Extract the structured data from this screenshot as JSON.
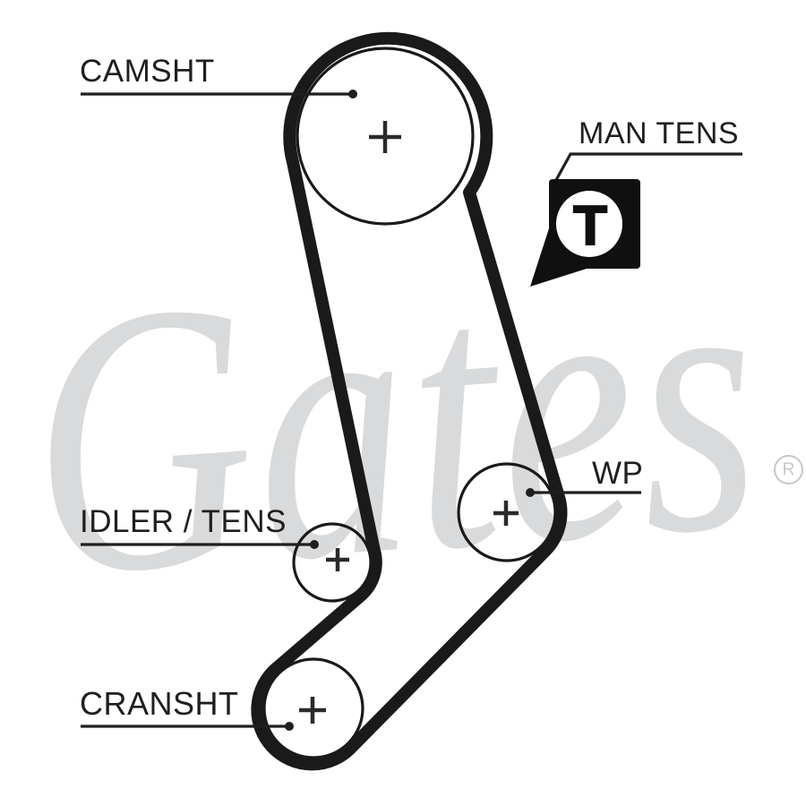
{
  "watermark": {
    "brand": "Gates",
    "registered": "R"
  },
  "labels": {
    "camshaft": "CAMSHT",
    "manual_tensioner": "MAN TENS",
    "water_pump": "WP",
    "idler_tensioner": "IDLER / TENS",
    "crankshaft": "CRANSHT"
  },
  "tensioner_badge": {
    "symbol": "T"
  },
  "colors": {
    "line": "#1a1a1a",
    "watermark": "#d9dadb",
    "registered_mark": "#c6c7c8",
    "badge_background": "#101010",
    "badge_circle": "#ffffff",
    "background": "#ffffff"
  }
}
